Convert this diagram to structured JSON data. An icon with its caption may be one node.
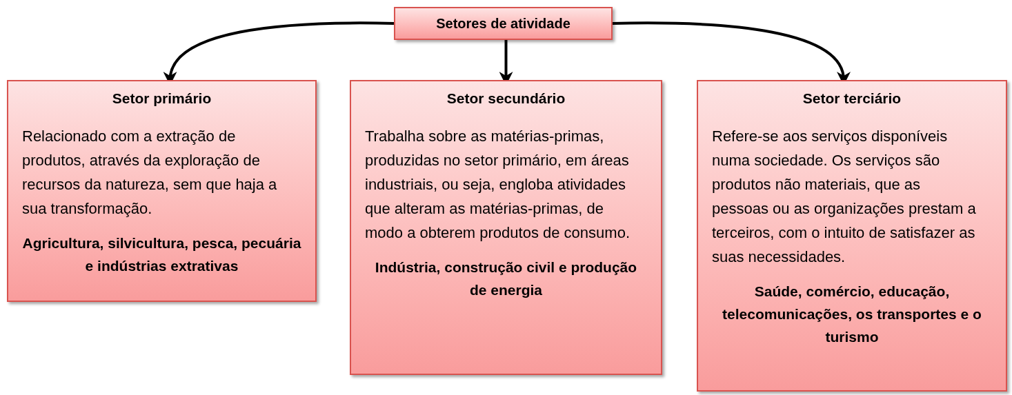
{
  "diagram": {
    "nodes": [
      {
        "text": [
          "Setores de atividade"
        ]
      },
      {
        "text": [
          "Setor primário",
          "Relacionado com a extração de produtos, através da exploração de recursos da natureza, sem que haja a sua transformação.",
          "Agricultura, silvicultura, pesca, pecuária e indústrias extrativas"
        ]
      },
      {
        "text": [
          "Setor secundário",
          "Trabalha sobre as matérias-primas, produzidas no setor primário, em áreas industriais, ou seja, engloba atividades que alteram as matérias-primas, de modo a obterem produtos de consumo.",
          "Indústria, construção civil e produção de energia"
        ]
      },
      {
        "text": [
          "Setor terciário",
          "Refere-se aos serviços disponíveis numa sociedade. Os serviços são produtos não materiais, que as pessoas ou as organizações prestam a terceiros, com o intuito de satisfazer as suas necessidades.",
          "Saúde, comércio, educação, telecomunicações, os transportes e o turismo"
        ]
      }
    ],
    "edges": [
      {
        "from": 0,
        "to": 1,
        "arrow": "to"
      },
      {
        "from": 0,
        "to": 2,
        "arrow": "to"
      },
      {
        "from": 0,
        "to": 3,
        "arrow": "to"
      }
    ]
  }
}
